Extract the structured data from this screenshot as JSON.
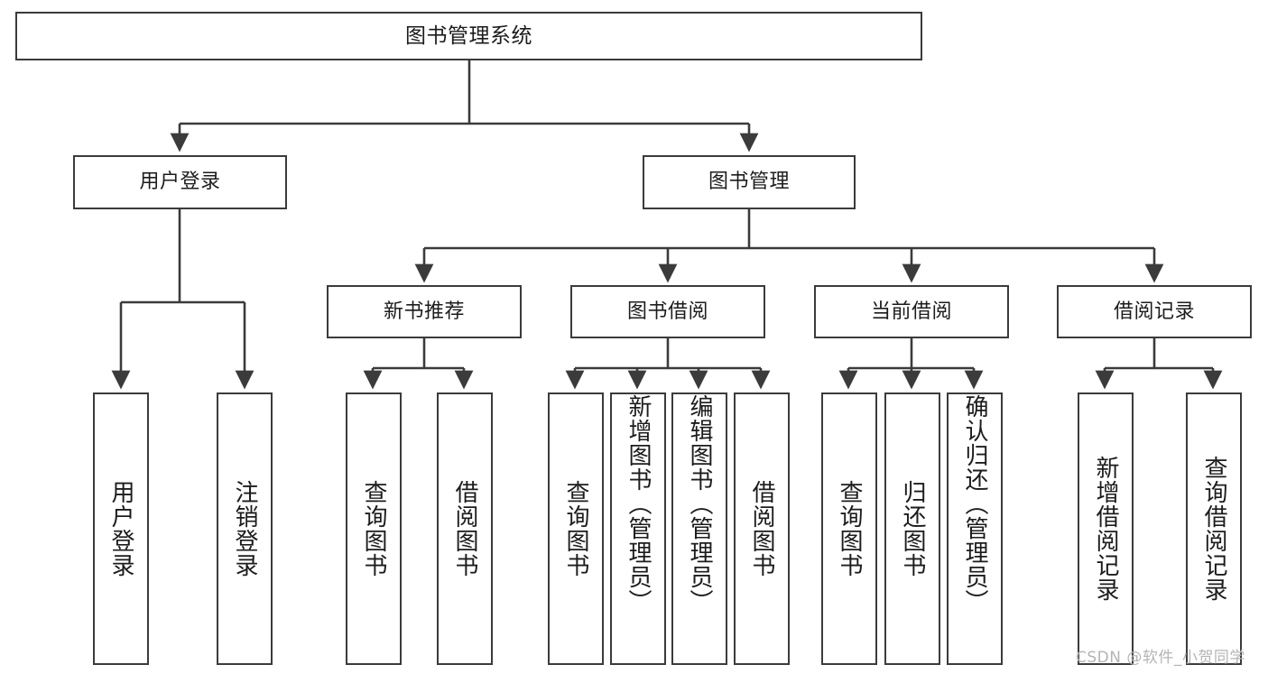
{
  "diagram": {
    "type": "tree",
    "title": "图书管理系统",
    "orientation": "top-down",
    "root": {
      "id": "root",
      "label": "图书管理系统"
    },
    "levels": [
      {
        "level": 1,
        "nodes": [
          {
            "id": "root",
            "label": "图书管理系统",
            "parent": null
          }
        ]
      },
      {
        "level": 2,
        "nodes": [
          {
            "id": "user-login",
            "label": "用户登录",
            "parent": "root"
          },
          {
            "id": "book-manage",
            "label": "图书管理",
            "parent": "root"
          }
        ]
      },
      {
        "level": 3,
        "nodes": [
          {
            "id": "new-book-rec",
            "label": "新书推荐",
            "parent": "book-manage"
          },
          {
            "id": "book-borrow",
            "label": "图书借阅",
            "parent": "book-manage"
          },
          {
            "id": "current-borrow",
            "label": "当前借阅",
            "parent": "book-manage"
          },
          {
            "id": "borrow-record",
            "label": "借阅记录",
            "parent": "book-manage"
          }
        ]
      },
      {
        "level": 4,
        "nodes": [
          {
            "id": "leaf-user-login",
            "label": "用户登录",
            "parent": "user-login"
          },
          {
            "id": "leaf-user-logout",
            "label": "注销登录",
            "parent": "user-login"
          },
          {
            "id": "leaf-query-book-1",
            "label": "查询图书",
            "parent": "new-book-rec"
          },
          {
            "id": "leaf-borrow-book-1",
            "label": "借阅图书",
            "parent": "new-book-rec"
          },
          {
            "id": "leaf-query-book-2",
            "label": "查询图书",
            "parent": "book-borrow"
          },
          {
            "id": "leaf-add-book",
            "label": "新增图书（管理员）",
            "parent": "book-borrow"
          },
          {
            "id": "leaf-edit-book",
            "label": "编辑图书（管理员）",
            "parent": "book-borrow"
          },
          {
            "id": "leaf-borrow-book-2",
            "label": "借阅图书",
            "parent": "book-borrow"
          },
          {
            "id": "leaf-query-book-3",
            "label": "查询图书",
            "parent": "current-borrow"
          },
          {
            "id": "leaf-return-book",
            "label": "归还图书",
            "parent": "current-borrow"
          },
          {
            "id": "leaf-confirm-return",
            "label": "确认归还（管理员）",
            "parent": "current-borrow"
          },
          {
            "id": "leaf-add-record",
            "label": "新增借阅记录",
            "parent": "borrow-record"
          },
          {
            "id": "leaf-query-record",
            "label": "查询借阅记录",
            "parent": "borrow-record"
          }
        ]
      }
    ]
  },
  "nodes": {
    "root": "图书管理系统",
    "user_login": "用户登录",
    "book_manage": "图书管理",
    "new_book_rec": "新书推荐",
    "book_borrow": "图书借阅",
    "current_borrow": "当前借阅",
    "borrow_record": "借阅记录",
    "leaf_user_login": "用户登录",
    "leaf_user_logout": "注销登录",
    "leaf_query_book_1": "查询图书",
    "leaf_borrow_book_1": "借阅图书",
    "leaf_query_book_2": "查询图书",
    "leaf_add_book": "新增图书（管理员）",
    "leaf_edit_book": "编辑图书（管理员）",
    "leaf_borrow_book_2": "借阅图书",
    "leaf_query_book_3": "查询图书",
    "leaf_return_book": "归还图书",
    "leaf_confirm_return": "确认归还（管理员）",
    "leaf_add_record": "新增借阅记录",
    "leaf_query_record": "查询借阅记录"
  },
  "watermark": {
    "text": "CSDN @软件_小贺同学"
  },
  "colors": {
    "stroke": "#3b3b3b",
    "text": "#1c1c1c",
    "background": "#ffffff",
    "watermark": "#b4b4b4"
  }
}
